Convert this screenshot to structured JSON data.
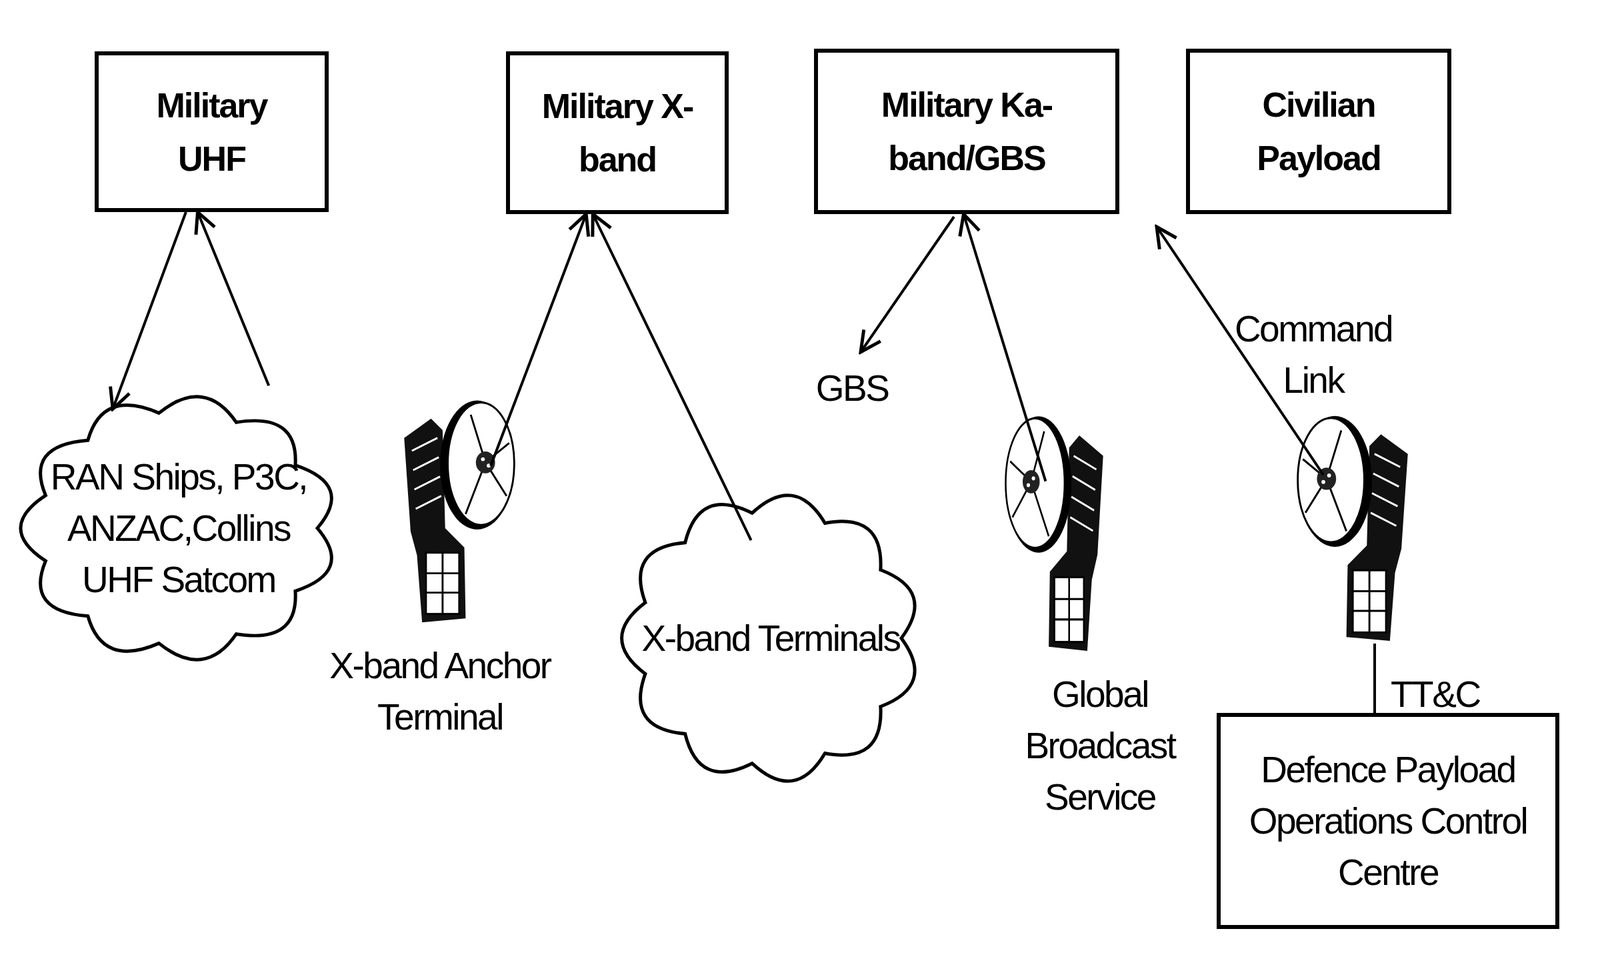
{
  "diagram": {
    "nodes": [
      {
        "text": [
          "Military UHF"
        ]
      },
      {
        "text": [
          "Military X-band"
        ]
      },
      {
        "text": [
          "Military Ka-band/GBS"
        ]
      },
      {
        "text": [
          "Civilian Payload"
        ]
      },
      {
        "text": [
          "RAN Ships, P3C, ANZAC,Collins UHF Satcom"
        ]
      },
      {
        "text": [
          "X-band Anchor Terminal"
        ]
      },
      {
        "text": [
          "X-band Terminals"
        ]
      },
      {
        "text": [
          "Global Broadcast Service"
        ]
      },
      {
        "text": [
          "Defence Payload Operations Control Centre"
        ]
      }
    ],
    "edges": [
      {
        "from": 0,
        "to": 4,
        "arrow": "to"
      },
      {
        "from": 4,
        "to": 0,
        "arrow": "to"
      },
      {
        "from": 5,
        "to": 1,
        "arrow": "to"
      },
      {
        "from": 6,
        "to": 1,
        "arrow": "to"
      },
      {
        "from": 7,
        "to": 2,
        "arrow": "to"
      }
    ],
    "labels": [
      "GBS",
      "Command Link",
      "TT&C"
    ]
  }
}
